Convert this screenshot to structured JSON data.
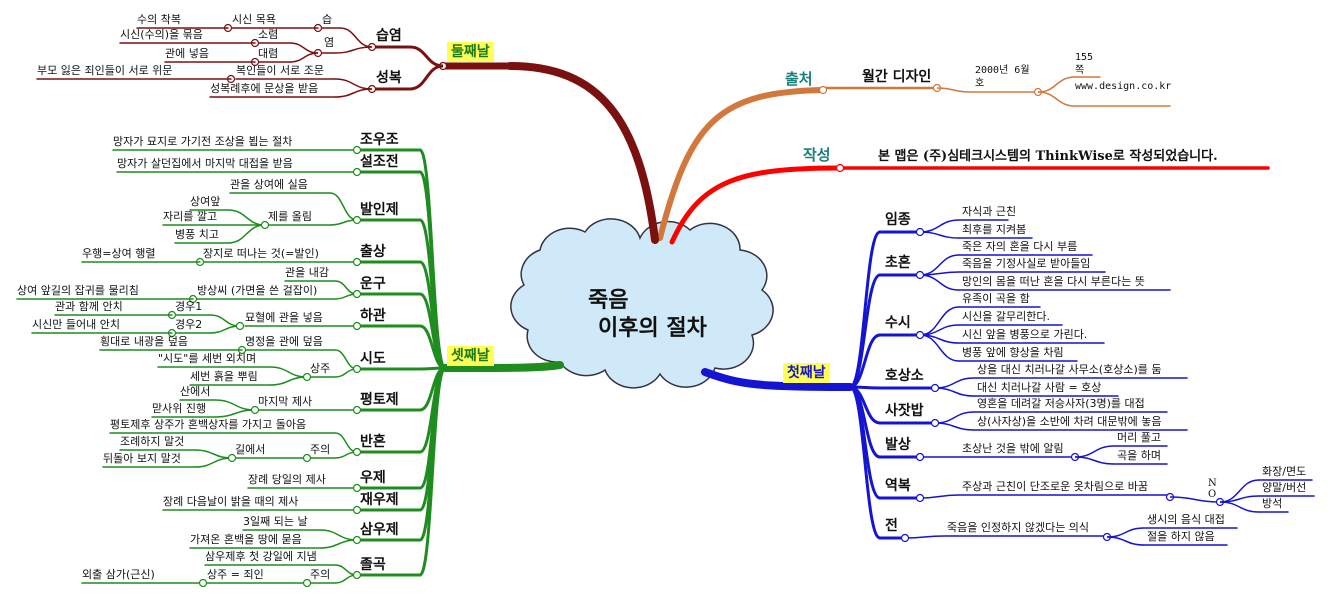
{
  "title": {
    "line1": "죽음",
    "line2": "이후의 절차"
  },
  "colors": {
    "day2": "#7b1010",
    "day3": "#1e8c1e",
    "day1": "#1414d2",
    "source": "#d2783c",
    "author": "#ff0000",
    "cloud": "#cfe9f8",
    "dayBox": "#ffff55"
  },
  "source": {
    "l": "출처",
    "magazine": "월간 디자인",
    "issue": "2000년 6월 호",
    "page": "155 쪽",
    "url": "www.design.co.kr"
  },
  "author": {
    "l": "작성",
    "note": "본 맵은 (주)심테크시스템의 ThinkWise로 작성되었습니다."
  },
  "day2": {
    "l": "둘째날",
    "t": [
      {
        "l": "습염",
        "c": [
          {
            "l": "습",
            "c": [
              {
                "l": "시신 목욕",
                "c": [
                  {
                    "l": "수의 착복"
                  }
                ]
              }
            ]
          },
          {
            "l": "염",
            "c": [
              {
                "l": "소렴",
                "c": [
                  {
                    "l": "시신(수의)을 묶음"
                  }
                ]
              },
              {
                "l": "대렴",
                "c": [
                  {
                    "l": "관에 넣음"
                  }
                ]
              }
            ]
          }
        ]
      },
      {
        "l": "성복",
        "c": [
          {
            "l": "복인들이 서로 조문",
            "c": [
              {
                "l": "부모 잃은 죄인들이 서로 위문"
              }
            ]
          },
          {
            "l": "성복례후에 문상을 받음"
          }
        ]
      }
    ]
  },
  "day3": {
    "l": "셋째날",
    "t": [
      {
        "l": "조우조",
        "c": [
          {
            "l": "망자가 묘지로 가기전 조상을 뵙는 절차"
          }
        ]
      },
      {
        "l": "설조전",
        "c": [
          {
            "l": "망자가 살던집에서 마지막 대접을 받음"
          }
        ]
      },
      {
        "l": "발인제",
        "c": [
          {
            "l": "관을 상여에 실음"
          },
          {
            "l": "제를 올림",
            "c": [
              {
                "l": "상여앞"
              },
              {
                "l": "자리를 깔고"
              },
              {
                "l": "병풍 치고"
              }
            ]
          }
        ]
      },
      {
        "l": "출상",
        "c": [
          {
            "l": "장지로 떠나는 것(=발인)",
            "c": [
              {
                "l": "우행=상여 행렬"
              }
            ]
          }
        ]
      },
      {
        "l": "운구",
        "c": [
          {
            "l": "관을 내감"
          },
          {
            "l": "방상씨 (가면을 쓴 걸잡이)",
            "c": [
              {
                "l": "상여 앞길의 잡귀를 물리침"
              }
            ]
          }
        ]
      },
      {
        "l": "하관",
        "c": [
          {
            "l": "묘혈에 관을 넣음",
            "c": [
              {
                "l": "경우1",
                "c": [
                  {
                    "l": "관과 함께 안치"
                  }
                ]
              },
              {
                "l": "경우2",
                "c": [
                  {
                    "l": "시신만 들어내 안치"
                  }
                ]
              }
            ]
          }
        ]
      },
      {
        "l": "시도",
        "c": [
          {
            "l": "명정을 관에 덮음",
            "c": [
              {
                "l": "횡대로 내광을 덮음"
              }
            ]
          },
          {
            "l": "상주",
            "c": [
              {
                "l": "\"시도\"를 세번 외치며"
              },
              {
                "l": "세번 흙을 뿌림"
              }
            ]
          }
        ]
      },
      {
        "l": "평토제",
        "c": [
          {
            "l": "마지막 제사",
            "c": [
              {
                "l": "산에서"
              },
              {
                "l": "맏사위 진행"
              }
            ]
          }
        ]
      },
      {
        "l": "반혼",
        "c": [
          {
            "l": "평토제후 상주가 혼백상자를 가지고 돌아옴"
          },
          {
            "l": "주의",
            "c": [
              {
                "l": "길에서",
                "c": [
                  {
                    "l": "조례하지 말것"
                  },
                  {
                    "l": "뒤돌아 보지 말것"
                  }
                ]
              }
            ]
          }
        ]
      },
      {
        "l": "우제",
        "c": [
          {
            "l": "장례 당일의 제사"
          }
        ]
      },
      {
        "l": "재우제",
        "c": [
          {
            "l": "장례 다음날이 밝을 때의 제사"
          }
        ]
      },
      {
        "l": "삼우제",
        "c": [
          {
            "l": "3일째 되는 날"
          },
          {
            "l": "가져온 혼백을 땅에 묻음"
          }
        ]
      },
      {
        "l": "졸곡",
        "c": [
          {
            "l": "삼우제후 첫 강일에 지냄"
          },
          {
            "l": "주의",
            "c": [
              {
                "l": "상주 = 죄인",
                "c": [
                  {
                    "l": "외출 삼가(근신)"
                  }
                ]
              }
            ]
          }
        ]
      }
    ]
  },
  "day1": {
    "l": "첫째날",
    "t": [
      {
        "l": "임종",
        "c": [
          {
            "l": "자식과 근친"
          },
          {
            "l": "최후를 지켜봄"
          }
        ]
      },
      {
        "l": "초혼",
        "c": [
          {
            "l": "죽은 자의 혼을 다시 부름"
          },
          {
            "l": "죽음을 기정사실로 받아들임"
          },
          {
            "l": "망인의 몸을 떠난 혼을 다시 부른다는 뜻"
          }
        ]
      },
      {
        "l": "수시",
        "c": [
          {
            "l": "유족이 곡을 함"
          },
          {
            "l": "시신을 갈무리한다."
          },
          {
            "l": "시신 앞을 병풍으로 가린다."
          },
          {
            "l": "병풍 앞에 향상을 차림"
          }
        ]
      },
      {
        "l": "호상소",
        "c": [
          {
            "l": "상을 대신 치러나갈 사무소(호상소)를 둠"
          },
          {
            "l": "대신 치러나갈 사람 = 호상"
          }
        ]
      },
      {
        "l": "사잣밥",
        "c": [
          {
            "l": "영혼을 데려갈 저승사자(3명)를 대접"
          },
          {
            "l": "상(사자상)을 소반에 차려 대문밖에 놓음"
          }
        ]
      },
      {
        "l": "발상",
        "c": [
          {
            "l": "초상난 것을 밖에 알림",
            "c": [
              {
                "l": "머리 풀고"
              },
              {
                "l": "곡을 하며"
              }
            ]
          }
        ]
      },
      {
        "l": "역복",
        "c": [
          {
            "l": "주상과 근친이 단조로운 옷차림으로 바꿈",
            "c": [
              {
                "l": "NO",
                "c": [
                  {
                    "l": "화장/면도"
                  },
                  {
                    "l": "양말/버선"
                  },
                  {
                    "l": "방석"
                  }
                ]
              }
            ]
          }
        ]
      },
      {
        "l": "전",
        "c": [
          {
            "l": "죽음을 인정하지 않겠다는 의식",
            "c": [
              {
                "l": "생시의 음식 대접"
              },
              {
                "l": "절을 하지 않음"
              }
            ]
          }
        ]
      }
    ]
  }
}
